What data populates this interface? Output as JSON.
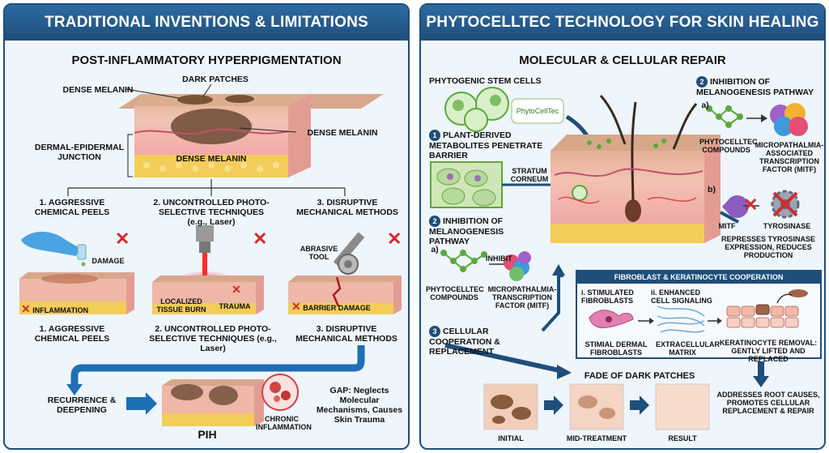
{
  "left": {
    "title": "TRADITIONAL INVENTIONS & LIMITATIONS",
    "subtitle": "POST-INFLAMMATORY HYPERPIGMENTATION",
    "dark_patches": "DARK PATCHES",
    "dense_melanin": "DENSE MELANIN",
    "dermal_epidermal": "DERMAL-EPIDERMAL JUNCTION",
    "methods_top": [
      "1. AGGRESSIVE CHEMICAL PEELS",
      "2. UNCONTROLLED PHOTO-SELECTIVE TECHNIQUES (e.g., Laser)",
      "3. DISRUPTIVE MECHANICAL METHODS"
    ],
    "methods_bottom": [
      "1. AGGRESSIVE CHEMICAL PEELS",
      "2. UNCONTROLLED PHOTO-SELECTIVE TECHNIQUES (e.g., Laser)",
      "3. DISRUPTIVE MECHANICAL METHODS"
    ],
    "damage": "DAMAGE",
    "inflammation": "INFLAMMATION",
    "localized_burn": "LOCALIZED TISSUE BURN",
    "trauma": "TRAUMA",
    "abrasive_tool": "ABRASIVE TOOL",
    "barrier_damage": "BARRIER DAMAGE",
    "recurrence": "RECURRENCE & DEEPENING",
    "pih": "PIH",
    "chronic": "CHRONIC INFLAMMATION",
    "gap": "GAP: Neglects Molecular Mechanisms, Causes Skin Trauma"
  },
  "right": {
    "title": "PHYTOCELLTEC TECHNOLOGY FOR SKIN HEALING",
    "subtitle": "MOLECULAR & CELLULAR REPAIR",
    "stem_cells": "PHYTOGENIC STEM CELLS",
    "phytocelltec_logo": "PhytoCellTec",
    "step1": "PLANT-DERIVED METABOLITES PENETRATE BARRIER",
    "stratum": "STRATUM CORNEUM",
    "step2": "INHIBITION OF MELANOGENESIS PATHWAY",
    "sub_a": "a)",
    "sub_b": "b)",
    "inhibit": "INHIBIT",
    "compounds": "PHYTOCELLTEC COMPOUNDS",
    "mitf_full": "MICROPATHALMIA-TRANSCRIPTION FACTOR (MITF)",
    "step3": "CELLULAR COOPERATION & REPLACEMENT",
    "step2_top": "INHIBITION OF MELANOGENESIS PATHWAY",
    "compounds_top": "PHYTOCELLTEC COMPOUNDS",
    "mitf_assoc": "MICROPATHALMIA-ASSOCIATED TRANSCRIPTION FACTOR (MITF)",
    "mitf": "MITF",
    "tyrosinase": "TYROSINASE",
    "represses": "REPRESSES TYROSINASE EXPRESSION, REDUCES PRODUCTION",
    "coop_title": "FIBROBLAST & KERATINOCYTE COOPERATION",
    "coop_i": "i. STIMULATED FIBROBLASTS",
    "coop_ii": "ii. ENHANCED CELL SIGNALING",
    "stimial": "STIMIAL DERMAL FIBROBLASTS",
    "ecm": "EXTRACELLULAR MATRIX",
    "kera_removal": "KERATINOCYTE REMOVAL: GENTLY LIFTED AND REPLACED",
    "fade": "FADE OF DARK PATCHES",
    "stage_labels": [
      "INITIAL",
      "MID-TREATMENT",
      "RESULT"
    ],
    "addresses": "ADDRESSES ROOT CAUSES, PROMOTES CELLULAR REPLACEMENT & REPAIR"
  },
  "colors": {
    "navy": "#1f4e79",
    "red": "#d42a2a",
    "skin": "#f2b8a8",
    "fat": "#f3cd5a",
    "green": "#5aa83c"
  }
}
